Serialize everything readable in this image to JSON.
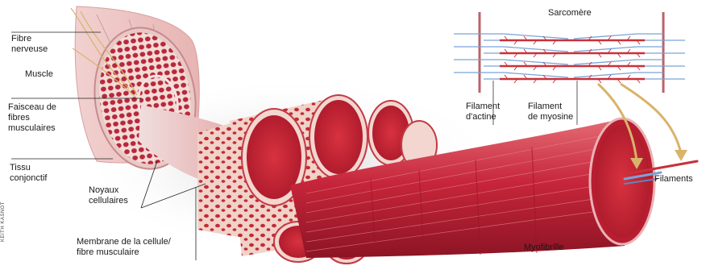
{
  "labels": {
    "fibre_nerveuse": "Fibre\nnerveuse",
    "muscle": "Muscle",
    "faisceau": "Faisceau de\nfibres\nmusculaires",
    "tissu": "Tissu\nconjonctif",
    "noyaux": "Noyaux\ncellulaires",
    "membrane": "Membrane de la cellule/\nfibre musculaire",
    "sarcomere": "Sarcomère",
    "filament_actine": "Filament\nd'actine",
    "filament_myosine": "Filament\nde myosine",
    "filaments": "Filaments",
    "myofibrille": "Myofibrille"
  },
  "credit": "KEITH KASNOT",
  "colors": {
    "muscle_red": "#c8283a",
    "muscle_pink": "#e9b3b5",
    "sheath": "#d98c8f",
    "actin_blue": "#7aa3d6",
    "myosin_red": "#c9303a",
    "zline": "#b8646a"
  }
}
